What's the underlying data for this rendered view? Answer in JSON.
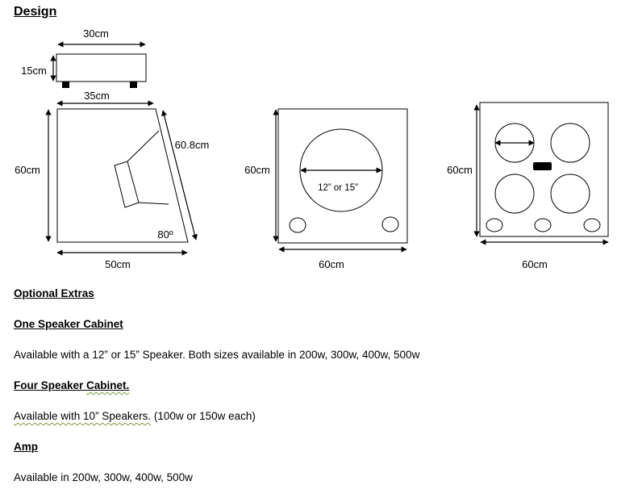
{
  "page": {
    "title": "Design"
  },
  "diagrams": {
    "amp": {
      "width": "30cm",
      "height": "15cm"
    },
    "side": {
      "top": "35cm",
      "height": "60cm",
      "slant": "60.8cm",
      "angle": "80º",
      "bottom": "50cm"
    },
    "one_speaker": {
      "height": "60cm",
      "driver": "12” or 15”",
      "width": "60cm"
    },
    "four_speaker": {
      "height": "60cm",
      "width": "60cm"
    }
  },
  "sections": {
    "optional_extras": "Optional Extras",
    "one_speaker": {
      "heading": "One Speaker Cabinet",
      "text": "Available with a 12” or 15” Speaker. Both sizes available in 200w, 300w, 400w, 500w"
    },
    "four_speaker": {
      "heading_a": "Four Speaker ",
      "heading_b": "Cabinet.",
      "text_a": "Available with 10” Speakers.",
      "text_b": " (100w or 150w each)"
    },
    "amp": {
      "heading": "Amp",
      "text": "Available in 200w, 300w, 400w, 500w"
    }
  }
}
